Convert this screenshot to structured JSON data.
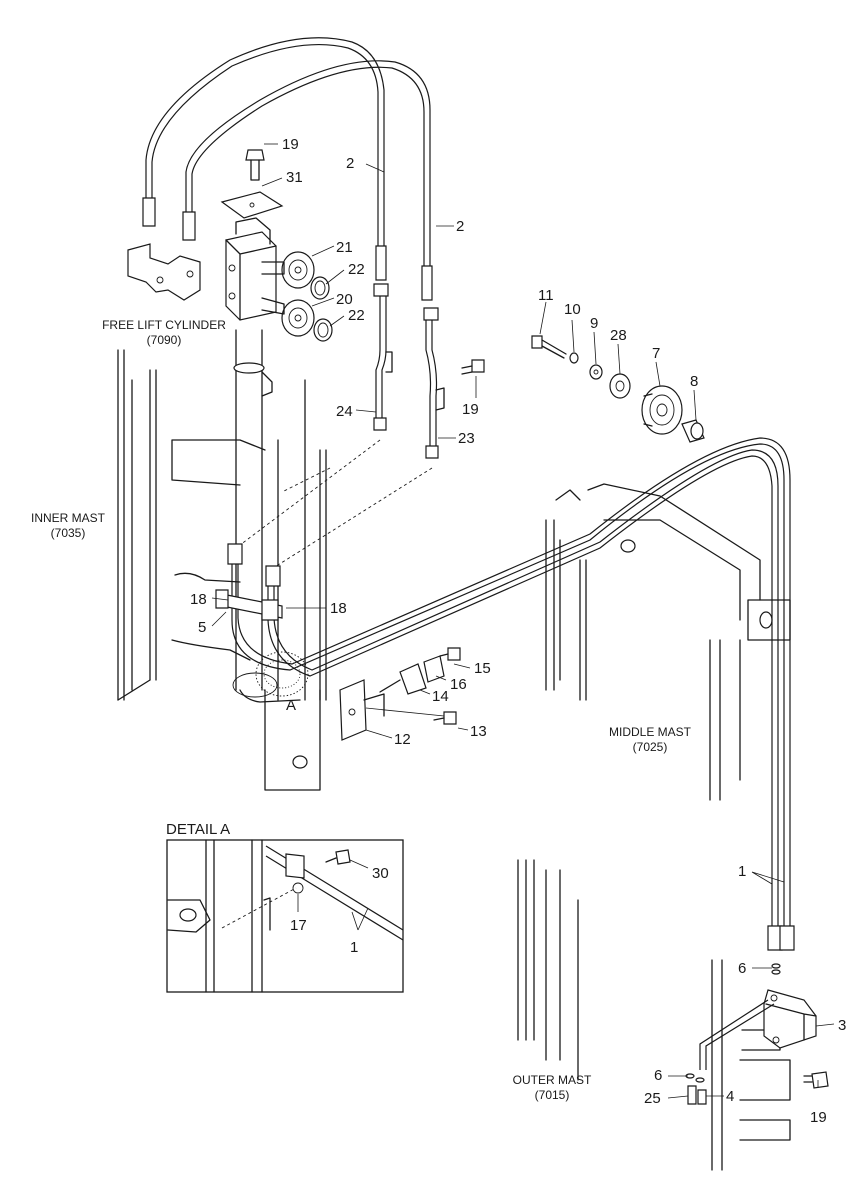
{
  "labels": {
    "free_lift_cylinder": "FREE LIFT CYLINDER",
    "free_lift_cylinder_code": "(7090)",
    "inner_mast": "INNER MAST",
    "inner_mast_code": "(7035)",
    "middle_mast": "MIDDLE MAST",
    "middle_mast_code": "(7025)",
    "outer_mast": "OUTER MAST",
    "outer_mast_code": "(7015)",
    "detail_title": "DETAIL A",
    "detail_marker": "A"
  },
  "callouts": {
    "n1": "1",
    "n1_detail": "1",
    "n2_left": "2",
    "n2_right": "2",
    "n3": "3",
    "n4": "4",
    "n5": "5",
    "n6_upper": "6",
    "n6_lower": "6",
    "n7": "7",
    "n8": "8",
    "n9": "9",
    "n10": "10",
    "n11": "11",
    "n12": "12",
    "n13": "13",
    "n14": "14",
    "n15": "15",
    "n16": "16",
    "n17": "17",
    "n18_left": "18",
    "n18_right": "18",
    "n19_top": "19",
    "n19_mid": "19",
    "n19_bottom": "19",
    "n20": "20",
    "n21": "21",
    "n22_upper": "22",
    "n22_lower": "22",
    "n23": "23",
    "n24": "24",
    "n25": "25",
    "n28": "28",
    "n30": "30",
    "n31": "31"
  }
}
